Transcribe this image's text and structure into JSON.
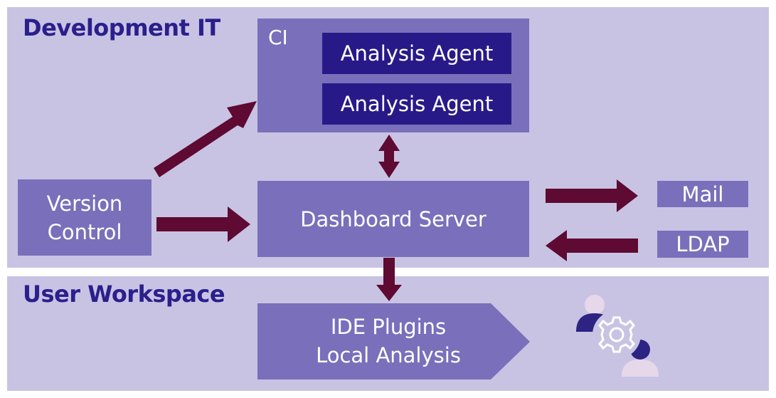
{
  "zones": {
    "development_it": "Development IT",
    "user_workspace": "User Workspace"
  },
  "ci": {
    "label": "CI",
    "agents": [
      "Analysis Agent",
      "Analysis Agent"
    ]
  },
  "nodes": {
    "version_control": [
      "Version",
      "Control"
    ],
    "dashboard_server": "Dashboard Server",
    "mail": "Mail",
    "ldap": "LDAP",
    "ide_plugins": [
      "IDE Plugins",
      "Local Analysis"
    ]
  },
  "colors": {
    "zone_bg": "#c8c3e3",
    "box": "#7a6fbb",
    "agent": "#271a88",
    "arrow": "#5e0a32",
    "title": "#2a1f8c"
  },
  "icons": {
    "users": "users-gear-icon"
  }
}
